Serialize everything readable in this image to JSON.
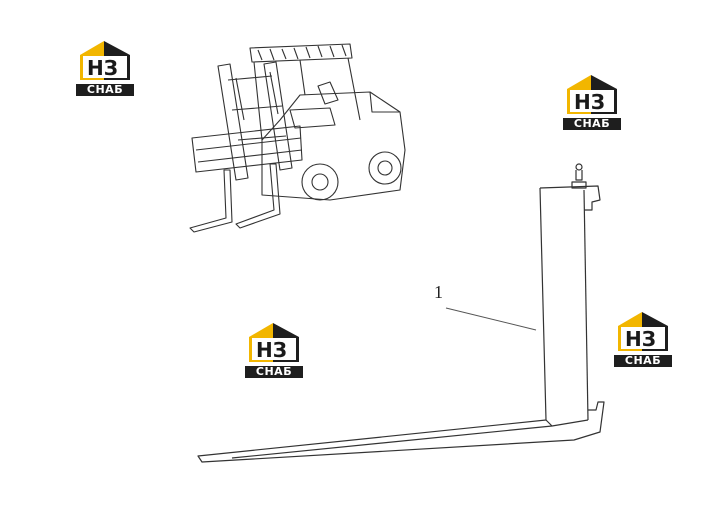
{
  "logo": {
    "mark": "НЗ",
    "label": "СНАБ",
    "accent_color": "#f2b600",
    "dark_color": "#1e1e1e"
  },
  "callout": {
    "number": "1"
  }
}
